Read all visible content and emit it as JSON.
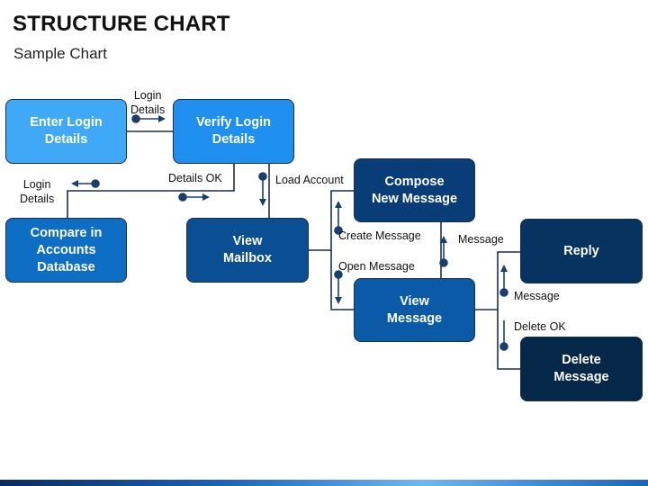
{
  "title": "STRUCTURE CHART",
  "subtitle": "Sample Chart",
  "boxes": {
    "enter_login": {
      "label": "Enter Login\nDetails",
      "color": "#3fa8f7"
    },
    "verify_login": {
      "label": "Verify Login\nDetails",
      "color": "#1f8ff0"
    },
    "compare": {
      "label": "Compare in\nAccounts\nDatabase",
      "color": "#0d6ec4"
    },
    "view_mailbox": {
      "label": "View\nMailbox",
      "color": "#0a4f94"
    },
    "compose": {
      "label": "Compose\nNew Message",
      "color": "#093d78"
    },
    "view_message": {
      "label": "View\nMessage",
      "color": "#0b5aa8"
    },
    "reply": {
      "label": "Reply",
      "color": "#06335f"
    },
    "delete": {
      "label": "Delete\nMessage",
      "color": "#052849"
    }
  },
  "labels": {
    "login_details_top": "Login\nDetails",
    "login_details_left": "Login\nDetails",
    "details_ok": "Details OK",
    "load_account": "Load Account",
    "create_message": "Create Message",
    "open_message": "Open Message",
    "message_top": "Message",
    "message_reply": "Message",
    "delete_ok": "Delete OK"
  },
  "colors": {
    "line": "#1a2f4d",
    "arrow": "#1a3e6e"
  }
}
